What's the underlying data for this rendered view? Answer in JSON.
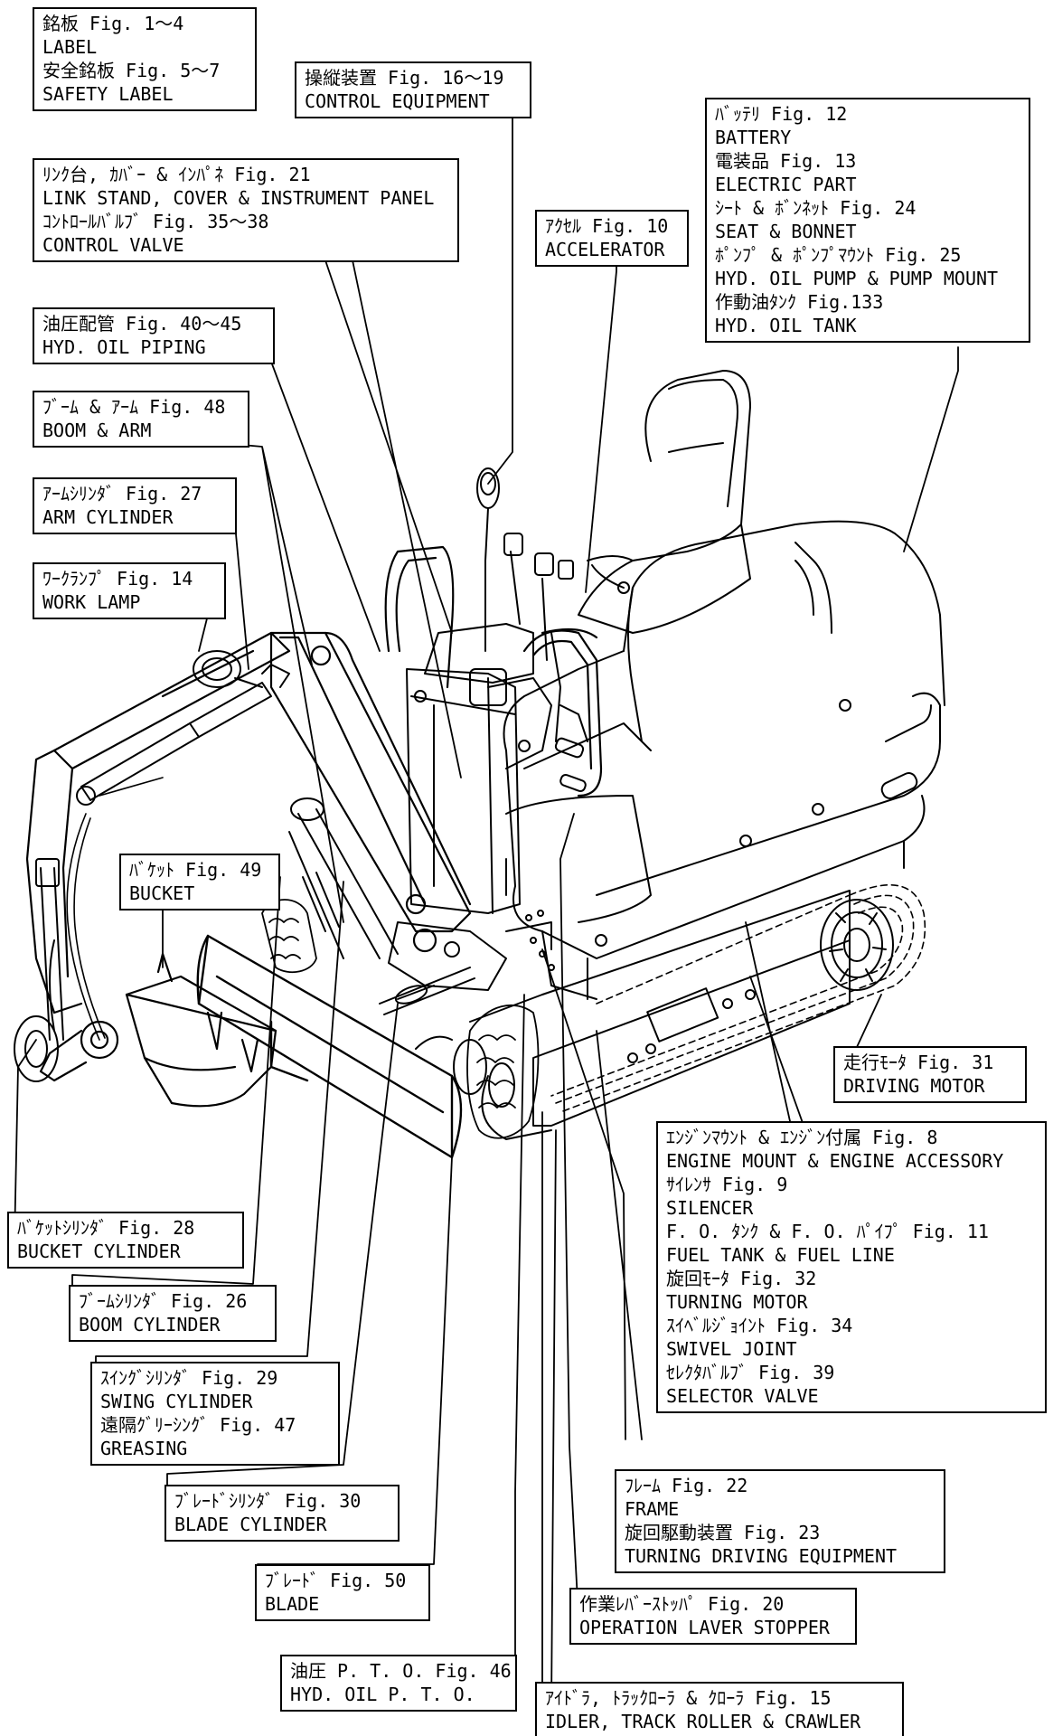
{
  "labels": {
    "label": [
      "銘板 Fig. 1～4",
      "LABEL",
      "安全銘板 Fig. 5～7",
      "SAFETY LABEL"
    ],
    "control": [
      "操縦装置 Fig. 16～19",
      "CONTROL EQUIPMENT"
    ],
    "battery": [
      "ﾊﾞｯﾃﾘ Fig. 12",
      "BATTERY",
      "電装品 Fig. 13",
      "ELECTRIC PART",
      "ｼｰﾄ & ﾎﾞﾝﾈｯﾄ Fig. 24",
      "SEAT & BONNET",
      "ﾎﾟﾝﾌﾟ & ﾎﾟﾝﾌﾟﾏｳﾝﾄ Fig. 25",
      "HYD. OIL PUMP & PUMP MOUNT",
      "作動油ﾀﾝｸ Fig.133",
      "HYD. OIL TANK"
    ],
    "link": [
      "ﾘﾝｸ台, ｶﾊﾞｰ & ｲﾝﾊﾟﾈ Fig. 21",
      "LINK STAND, COVER & INSTRUMENT PANEL",
      "ｺﾝﾄﾛｰﾙﾊﾞﾙﾌﾞ Fig. 35～38",
      "CONTROL VALVE"
    ],
    "accel": [
      "ｱｸｾﾙ Fig. 10",
      "ACCELERATOR"
    ],
    "piping": [
      "油圧配管 Fig. 40～45",
      "HYD. OIL PIPING"
    ],
    "boom_arm": [
      "ﾌﾞｰﾑ & ｱｰﾑ Fig. 48",
      "BOOM & ARM"
    ],
    "arm_cyl": [
      "ｱｰﾑｼﾘﾝﾀﾞ Fig. 27",
      "ARM CYLINDER"
    ],
    "lamp": [
      "ﾜｰｸﾗﾝﾌﾟ Fig. 14",
      "WORK LAMP"
    ],
    "bucket": [
      "ﾊﾞｹｯﾄ Fig. 49",
      "BUCKET"
    ],
    "motor": [
      "走行ﾓｰﾀ Fig. 31",
      "DRIVING MOTOR"
    ],
    "engine": [
      "ｴﾝｼﾞﾝﾏｳﾝﾄ & ｴﾝｼﾞﾝ付属 Fig. 8",
      "ENGINE MOUNT & ENGINE ACCESSORY",
      "ｻｲﾚﾝｻ Fig. 9",
      "SILENCER",
      "F. O. ﾀﾝｸ & F. O. ﾊﾟｲﾌﾟ Fig. 11",
      "FUEL TANK & FUEL LINE",
      "旋回ﾓｰﾀ Fig. 32",
      "TURNING MOTOR",
      "ｽｲﾍﾞﾙｼﾞｮｲﾝﾄ Fig. 34",
      "SWIVEL JOINT",
      "ｾﾚｸﾀﾊﾞﾙﾌﾞ Fig. 39",
      "SELECTOR VALVE"
    ],
    "bucket_cyl": [
      "ﾊﾞｹｯﾄｼﾘﾝﾀﾞ Fig. 28",
      "BUCKET CYLINDER"
    ],
    "boom_cyl": [
      "ﾌﾞｰﾑｼﾘﾝﾀﾞ Fig. 26",
      "BOOM CYLINDER"
    ],
    "swing_cyl": [
      "ｽｲﾝｸﾞｼﾘﾝﾀﾞ Fig. 29",
      "SWING CYLINDER",
      "遠隔ｸﾞﾘｰｼﾝｸﾞ Fig. 47",
      "GREASING"
    ],
    "frame": [
      "ﾌﾚｰﾑ Fig. 22",
      "FRAME",
      "旋回駆動装置 Fig. 23",
      "TURNING DRIVING EQUIPMENT"
    ],
    "blade_cyl": [
      "ﾌﾞﾚｰﾄﾞｼﾘﾝﾀﾞ Fig. 30",
      "BLADE CYLINDER"
    ],
    "blade": [
      "ﾌﾞﾚｰﾄﾞ Fig. 50",
      "BLADE"
    ],
    "stopper": [
      "作業ﾚﾊﾞｰｽﾄｯﾊﾟ Fig. 20",
      "OPERATION LAVER STOPPER"
    ],
    "pto": [
      "油圧 P. T. O. Fig. 46",
      "HYD. OIL P. T. O."
    ],
    "idler": [
      "ｱｲﾄﾞﾗ, ﾄﾗｯｸﾛｰﾗ & ｸﾛｰﾗ Fig. 15",
      "IDLER, TRACK ROLLER & CRAWLER"
    ]
  }
}
